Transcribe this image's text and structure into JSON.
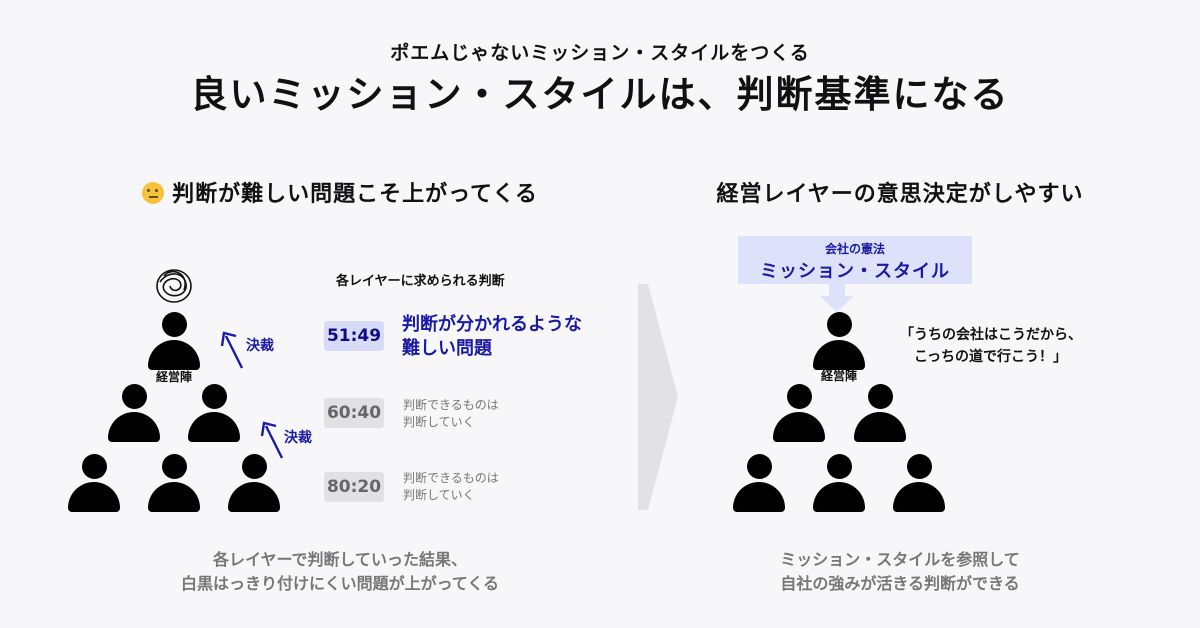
{
  "header": {
    "subtitle": "ポエムじゃないミッション・スタイルをつくる",
    "title": "良いミッション・スタイルは、判断基準になる"
  },
  "left": {
    "heading": "判断が難しい問題こそ上がってくる",
    "heading_icon": "thinking-face-icon",
    "layer_label": "各レイヤーに求められる判断",
    "top_person_label": "経営陣",
    "decision_label": "決裁",
    "rows": [
      {
        "ratio": "51:49",
        "text_line1": "判断が分かれるような",
        "text_line2": "難しい問題",
        "highlight": true
      },
      {
        "ratio": "60:40",
        "text_line1": "判断できるものは",
        "text_line2": "判断していく",
        "highlight": false
      },
      {
        "ratio": "80:20",
        "text_line1": "判断できるものは",
        "text_line2": "判断していく",
        "highlight": false
      }
    ],
    "caption_line1": "各レイヤーで判断していった結果、",
    "caption_line2": "白黒はっきり付けにくい問題が上がってくる"
  },
  "right": {
    "heading": "経営レイヤーの意思決定がしやすい",
    "box_small": "会社の憲法",
    "box_big": "ミッション・スタイル",
    "top_person_label": "経営陣",
    "quote_line1": "「うちの会社はこうだから、",
    "quote_line2": "こっちの道で行こう！」",
    "caption_line1": "ミッション・スタイルを参照して",
    "caption_line2": "自社の強みが活きる判断ができる"
  },
  "colors": {
    "accent_blue": "#1a1aa6",
    "box_blue": "#dde1f9",
    "gray_text": "#777777",
    "background": "#f7f7f9"
  }
}
